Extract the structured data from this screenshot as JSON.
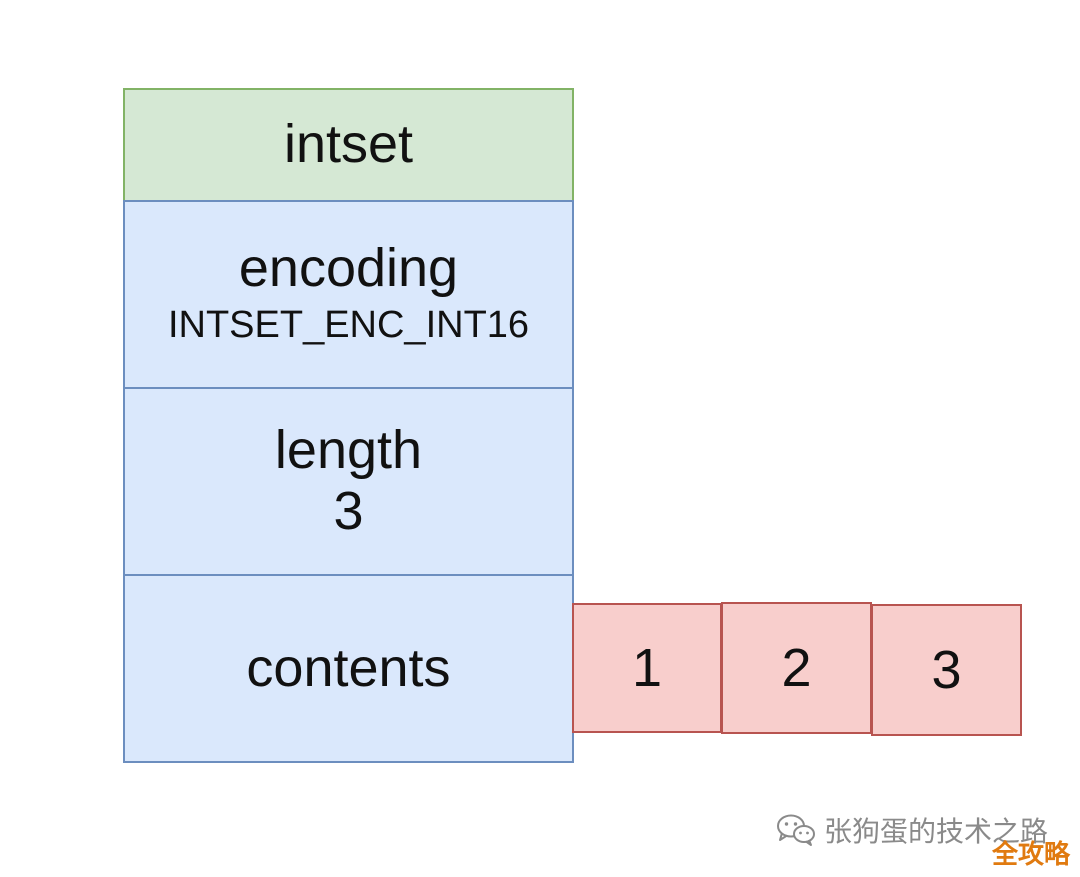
{
  "diagram": {
    "header": "intset",
    "fields": {
      "encoding": {
        "label": "encoding",
        "value": "INTSET_ENC_INT16"
      },
      "length": {
        "label": "length",
        "value": "3"
      },
      "contents": {
        "label": "contents"
      }
    },
    "contents_elements": [
      "1",
      "2",
      "3"
    ]
  },
  "watermark": {
    "icon": "wechat-icon",
    "text": "张狗蛋的技术之路"
  },
  "corner_logo": {
    "text": "全攻略"
  },
  "colors": {
    "header_fill": "#d5e8d4",
    "header_border": "#82b366",
    "field_fill": "#dae8fc",
    "field_border": "#6c8ebf",
    "element_fill": "#f8cecc",
    "element_border": "#b85450"
  }
}
